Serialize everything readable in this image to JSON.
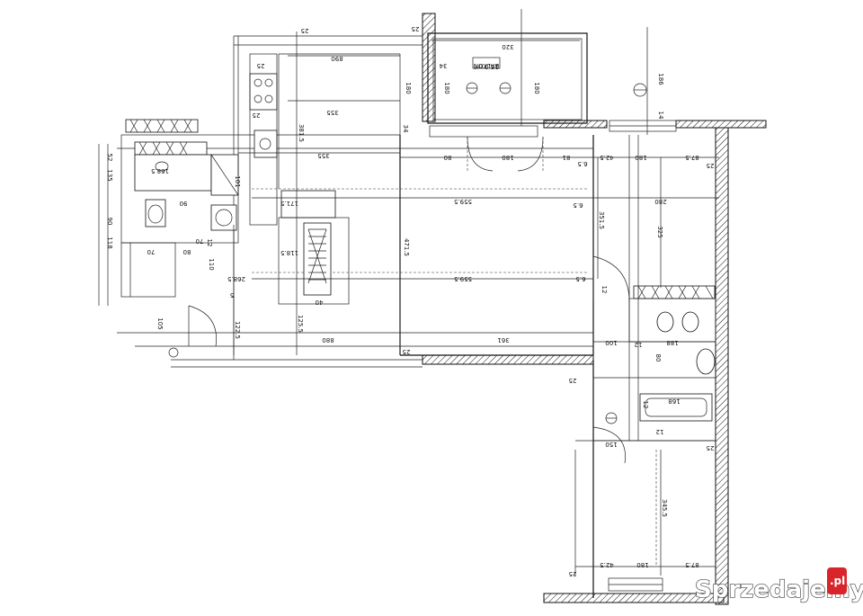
{
  "plan": {
    "balcony_label": "BALKON",
    "balcony_area": "16,0 m²",
    "watermark": "Sprzedajemy",
    "watermark_badge": ".pl"
  },
  "dimensions": {
    "d_890": "890",
    "d_355_top": "355",
    "d_355_mid": "355",
    "d_320": "320",
    "d_25_a": "25",
    "d_25_b": "25",
    "d_25_c": "25",
    "d_25_d": "25",
    "d_25_e": "25",
    "d_25_f": "25",
    "d_25_g": "25",
    "d_25_h": "25",
    "d_25_i": "25",
    "d_180_a": "180",
    "d_180_b": "180",
    "d_180_c": "180",
    "d_180_d": "180",
    "d_180_e": "180",
    "d_180_f": "180",
    "d_80_a": "80",
    "d_80_b": "80",
    "d_80_c": "80",
    "d_81": "81",
    "d_6_5_a": "6.5",
    "d_6_5_b": "6.5",
    "d_6_5_c": "6.5",
    "d_87_5_a": "87.5",
    "d_87_5_b": "87.5",
    "d_42_5_a": "42.5",
    "d_42_5_b": "42.5",
    "d_559_5_a": "559.5",
    "d_559_5_b": "559.5",
    "d_280": "280",
    "d_351_5": "351.5",
    "d_325": "325",
    "d_471_5": "471.5",
    "d_381_5": "381.5",
    "d_361": "361",
    "d_880": "880",
    "d_100": "100",
    "d_188": "188",
    "d_168": "168",
    "d_345_5": "345.5",
    "d_150": "150",
    "d_168_5": "168.5",
    "d_268_5": "268.5",
    "d_122_5": "122.5",
    "d_125_5": "125.5",
    "d_105": "105",
    "d_110": "110",
    "d_70_a": "70",
    "d_70_b": "70",
    "d_40": "40",
    "d_34_a": "34",
    "d_34_b": "34",
    "d_12_a": "12",
    "d_12_b": "12",
    "d_12_c": "12",
    "d_12_d": "12",
    "d_12_e": "12",
    "d_101": "101",
    "d_90_a": "90",
    "d_90_b": "90",
    "d_135": "135",
    "d_52": "52",
    "d_118": "118",
    "d_186": "186",
    "d_14": "14",
    "d_5": "5",
    "d_171_5": "171.5",
    "d_118_5": "118.5"
  },
  "colors": {
    "line": "#111111",
    "watermark_badge": "#d9242b"
  }
}
